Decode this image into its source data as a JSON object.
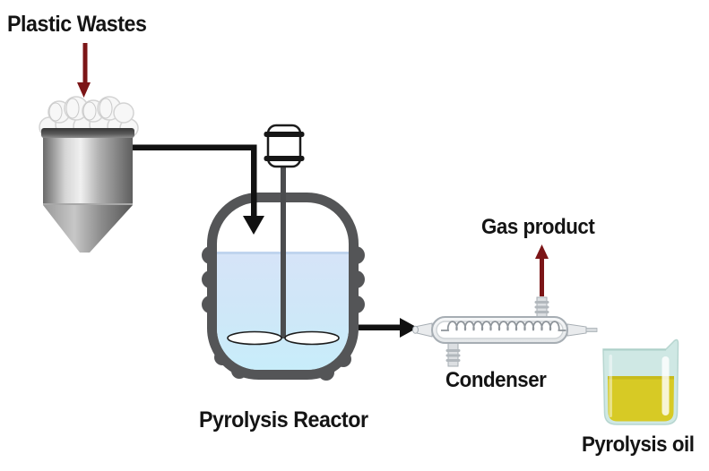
{
  "title": "Plastic pyrolysis process flow diagram",
  "labels": {
    "plastic_wastes": "Plastic Wastes",
    "pyrolysis_reactor": "Pyrolysis Reactor",
    "gas_product": "Gas product",
    "condenser": "Condenser",
    "pyrolysis_oil": "Pyrolysis oil"
  },
  "colors": {
    "background": "#ffffff",
    "text": "#141414",
    "flow_arrow_black": "#111111",
    "product_arrow_maroon": "#7c1517",
    "reactor_wall_gray": "#545557",
    "reactor_liquid_top": "#d6e4f8",
    "reactor_liquid_bottom": "#c8edfa",
    "hopper_metal_gray": "#9b9b9b",
    "condenser_glass_outline": "#a6adb3",
    "beaker_glass_teal": "#cfe8e4",
    "pyrolysis_oil_yellow": "#d7ca25"
  },
  "components": [
    {
      "name": "plastic-wastes-hopper",
      "description": "gray conical feed hopper topped with white plastic pellets"
    },
    {
      "name": "pyrolysis-reactor",
      "description": "stirred rounded vessel with blue liquid, side nubs and impeller"
    },
    {
      "name": "stirrer-motor",
      "description": "overhead stirrer drive with shaft and twin-blade impeller"
    },
    {
      "name": "condenser",
      "description": "horizontal glass coil condenser with top gas port and bottom drain port"
    },
    {
      "name": "collection-beaker",
      "description": "glass beaker holding yellow pyrolysis oil"
    }
  ],
  "flows": [
    {
      "from": "plastic-wastes-label",
      "to": "hopper",
      "style": "maroon arrow down"
    },
    {
      "from": "hopper",
      "to": "pyrolysis-reactor",
      "style": "black elbow pipe with down arrow"
    },
    {
      "from": "pyrolysis-reactor",
      "to": "condenser",
      "style": "black arrow right"
    },
    {
      "from": "condenser",
      "to": "gas-product-label",
      "style": "maroon arrow up"
    }
  ]
}
